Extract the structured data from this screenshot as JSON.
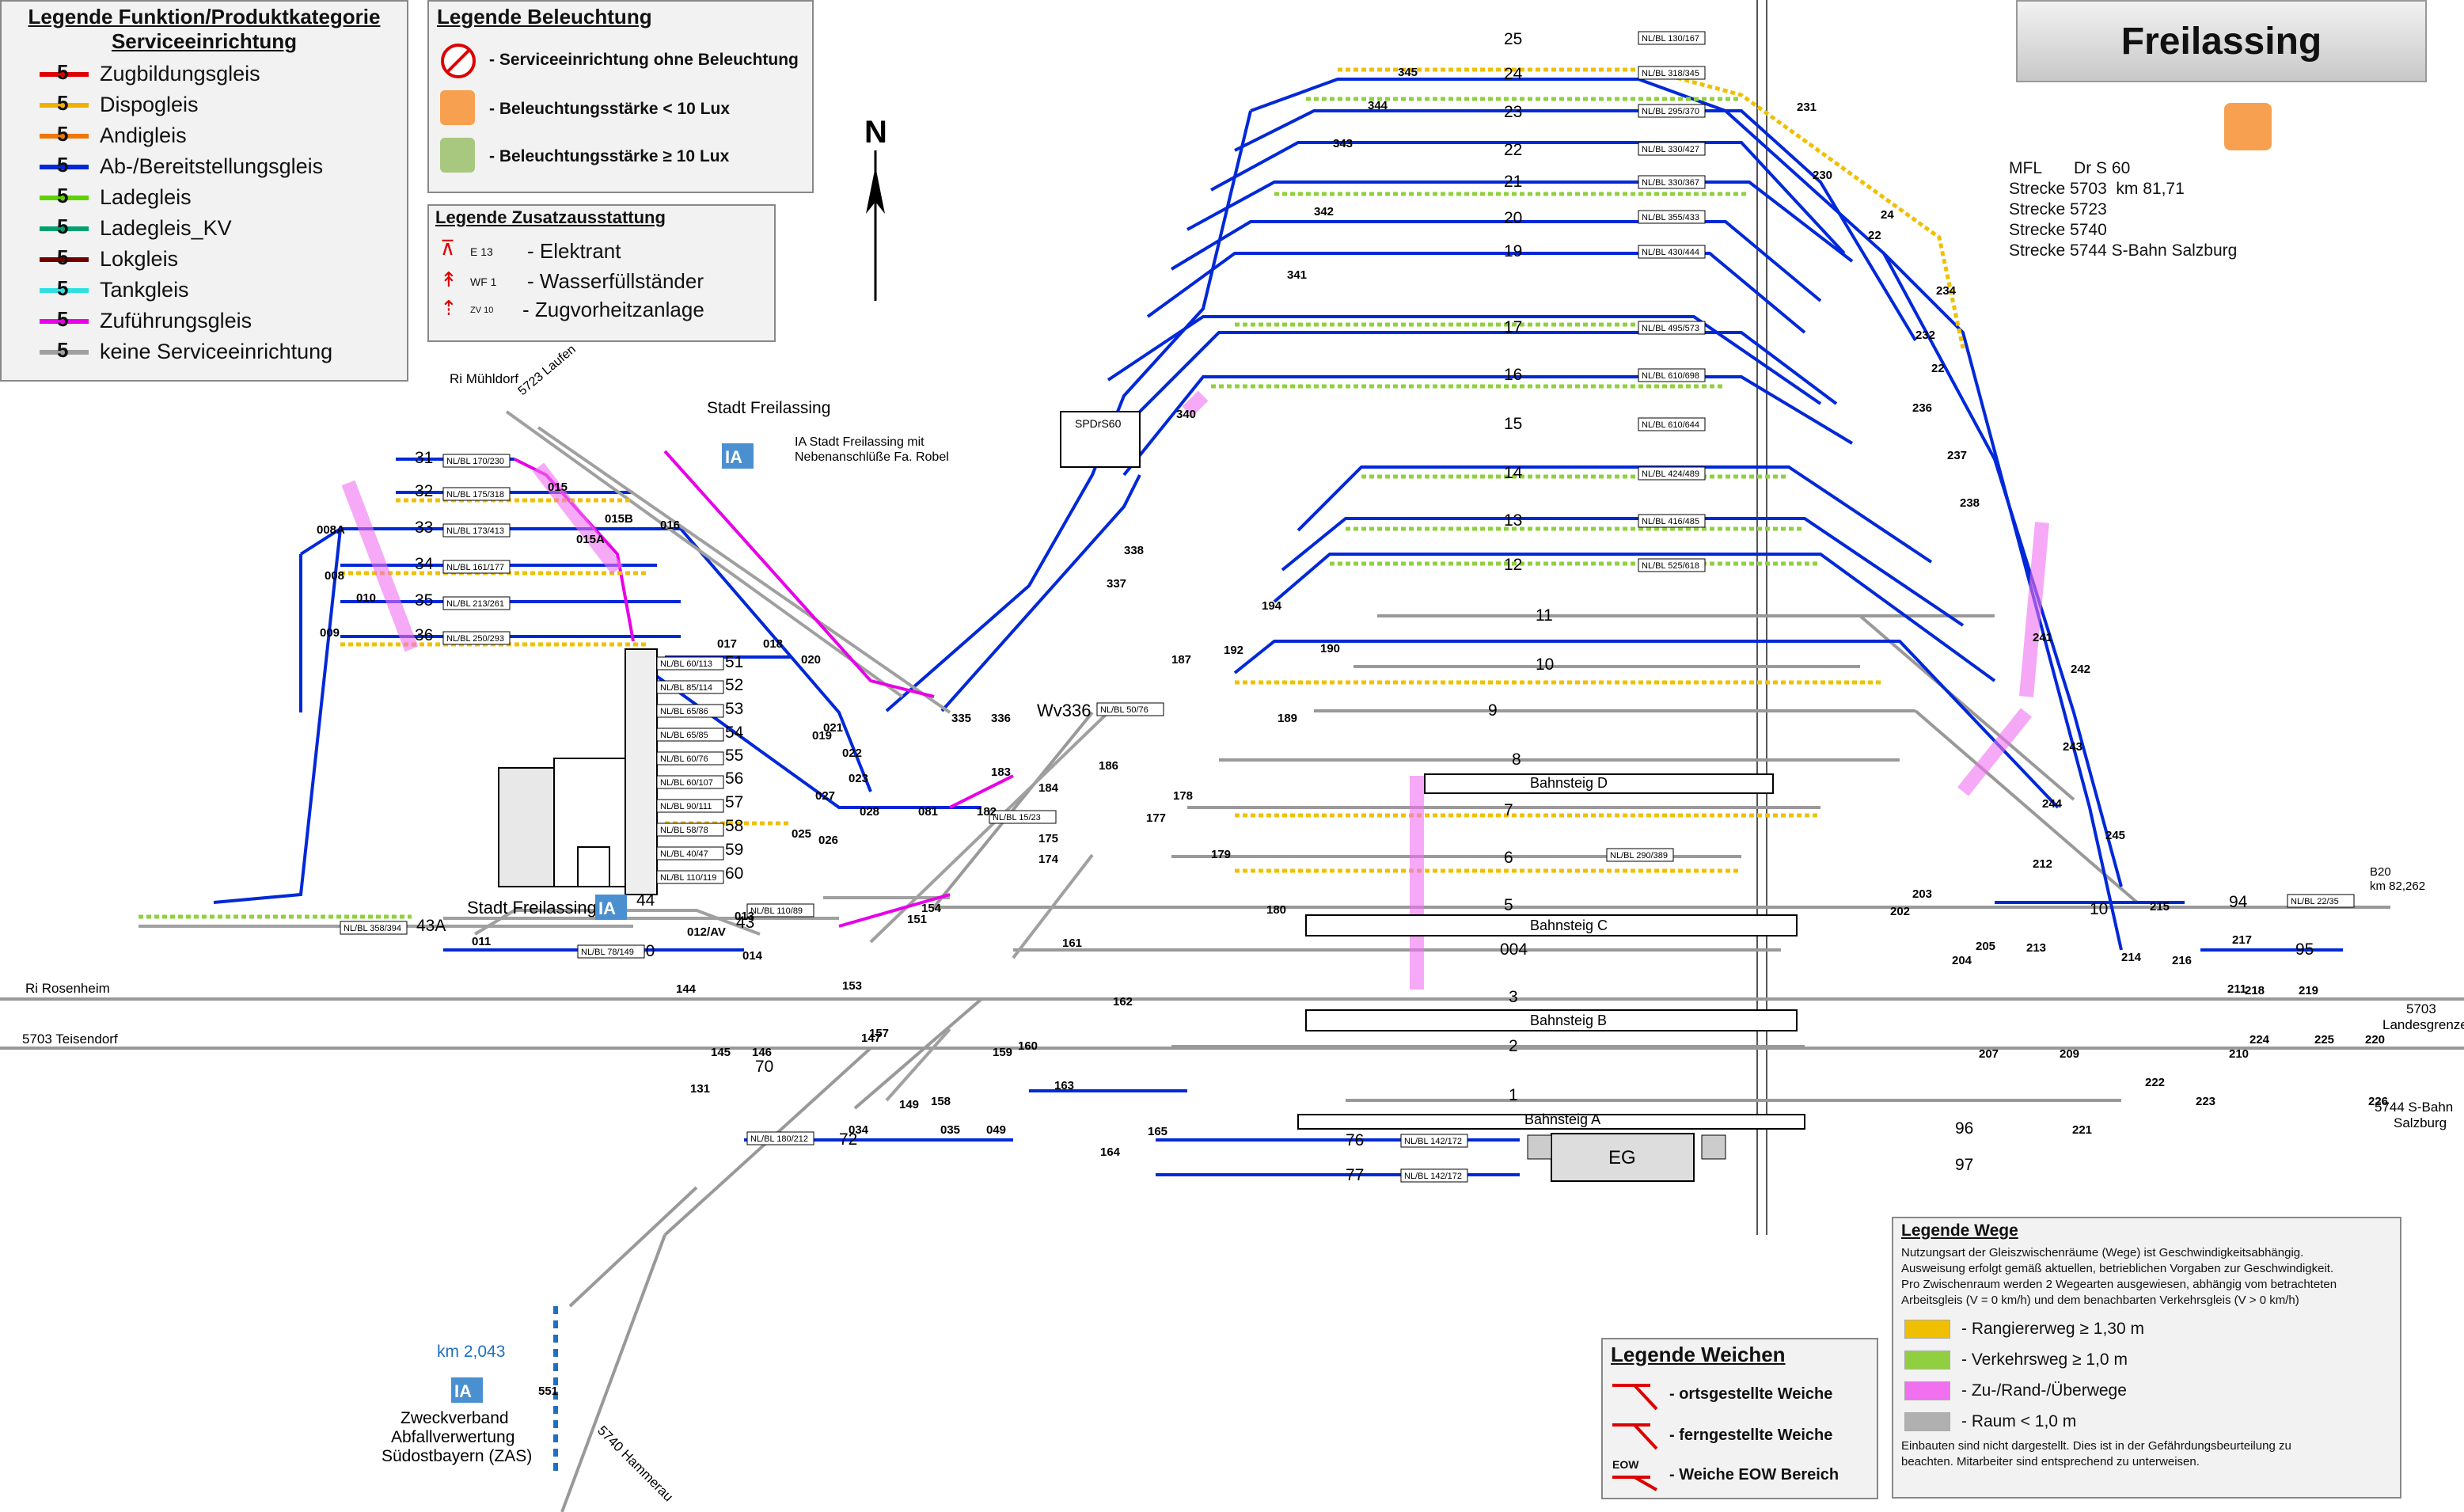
{
  "title": "Freilassing",
  "legend_function": {
    "title_line1": "Legende Funktion/Produktkategorie",
    "title_line2": "Serviceeinrichtung",
    "items": [
      {
        "label": "Zugbildungsgleis",
        "color": "#e00000"
      },
      {
        "label": "Dispogleis",
        "color": "#f0b000"
      },
      {
        "label": "Andigleis",
        "color": "#f07800"
      },
      {
        "label": "Ab-/Bereitstellungsgleis",
        "color": "#0028d8"
      },
      {
        "label": "Ladegleis",
        "color": "#60d000"
      },
      {
        "label": "Ladegleis_KV",
        "color": "#00a070"
      },
      {
        "label": "Lokgleis",
        "color": "#700000"
      },
      {
        "label": "Tankgleis",
        "color": "#30e0e0"
      },
      {
        "label": "Zuführungsgleis",
        "color": "#e800e8"
      },
      {
        "label": "keine Serviceeinrichtung",
        "color": "#a0a0a0"
      }
    ],
    "sample_number": "5"
  },
  "legend_light": {
    "title": "Legende Beleuchtung",
    "items": [
      "- Serviceeinrichtung ohne Beleuchtung",
      "- Beleuchtungsstärke < 10 Lux",
      "- Beleuchtungsstärke ≥ 10 Lux"
    ]
  },
  "legend_extra": {
    "title": "Legende Zusatzausstattung",
    "items": [
      {
        "code": "E 13",
        "label": "- Elektrant"
      },
      {
        "code": "WF 1",
        "label": "- Wasserfüllständer"
      },
      {
        "code": "ZV 10",
        "label": "- Zugvorheitzanlage"
      }
    ]
  },
  "info": {
    "lines": [
      "MFL       Dr S 60",
      "Strecke 5703  km 81,71",
      "Strecke 5723",
      "Strecke 5740",
      "Strecke 5744 S-Bahn Salzburg"
    ]
  },
  "legend_weichen": {
    "title": "Legende Weichen",
    "items": [
      "- ortsgestellte Weiche",
      "- ferngestellte Weiche",
      "- Weiche EOW Bereich"
    ],
    "eow": "EOW"
  },
  "legend_wege": {
    "title": "Legende Wege",
    "intro": [
      "Nutzungsart der Gleiszwischenräume (Wege) ist Geschwindigkeitsabhängig.",
      "Ausweisung erfolgt gemäß aktuellen, betrieblichen Vorgaben zur Geschwindigkeit.",
      "Pro Zwischenraum werden 2 Wegearten ausgewiesen, abhängig vom betrachteten",
      "Arbeitsgleis (V = 0 km/h) und dem benachbarten Verkehrsgleis (V > 0 km/h)"
    ],
    "items": [
      {
        "label": "- Rangiererweg ≥ 1,30 m",
        "color": "#f0c000"
      },
      {
        "label": "- Verkehrsweg ≥ 1,0 m",
        "color": "#90d040"
      },
      {
        "label": "- Zu-/Rand-/Überwege",
        "color": "#f070f0"
      },
      {
        "label": "- Raum < 1,0 m",
        "color": "#b0b0b0"
      }
    ],
    "footer": [
      "Einbauten sind nicht dargestellt. Dies ist in der Gefährdungsbeurteilung zu",
      "beachten. Mitarbeiter sind entsprechend zu unterweisen."
    ]
  },
  "map_labels": {
    "north": "N",
    "stadt": "Stadt Freilassing",
    "ia_robel": "IA Stadt Freilassing mit",
    "ia_robel2": "Nebenanschlüße Fa. Robel",
    "ia": "IA",
    "stadt_small": "Stadt Freilassing",
    "ri_muehldorf": "Ri Mühldorf",
    "laufen": "5723  Laufen",
    "ri_rosenheim": "Ri Rosenheim",
    "teisendorf": "5703  Teisendorf",
    "hammerau": "5740  Hammerau",
    "landesgrenze": "5703",
    "landesgrenze2": "Landesgrenze",
    "sbahn": "5744  S-Bahn",
    "salzburg": "Salzburg",
    "b20": "B20",
    "b20km": "km 82,262",
    "km2043": "km 2,043",
    "zas1": "Zweckverband",
    "zas2": "Abfallverwertung",
    "zas3": "Südostbayern (ZAS)",
    "spdr": "SPDrS60",
    "eg": "EG",
    "bahnsteig_a": "Bahnsteig A",
    "bahnsteig_b": "Bahnsteig B",
    "bahnsteig_c": "Bahnsteig C",
    "bahnsteig_d": "Bahnsteig D",
    "wv336": "Wv336"
  },
  "track_numbers": [
    "25",
    "24",
    "23",
    "22",
    "21",
    "20",
    "19",
    "17",
    "16",
    "15",
    "14",
    "13",
    "12",
    "11",
    "10",
    "9",
    "8",
    "7",
    "6",
    "5",
    "004",
    "3",
    "2",
    "1",
    "76",
    "77",
    "96",
    "97",
    "31",
    "32",
    "33",
    "34",
    "35",
    "36",
    "51",
    "52",
    "53",
    "54",
    "55",
    "56",
    "57",
    "58",
    "59",
    "60",
    "44",
    "43",
    "50",
    "43A",
    "70",
    "72",
    "94",
    "95",
    "10"
  ],
  "track_labels": [
    "NL/BL 130/167",
    "NL/BL 318/345",
    "NL/BL 295/370",
    "NL/BL 330/427",
    "NL/BL 330/367",
    "NL/BL 355/433",
    "NL/BL 430/444",
    "NL/BL 495/573",
    "NL/BL 610/698",
    "NL/BL 610/644",
    "NL/BL 424/489",
    "NL/BL 416/485",
    "NL/BL 525/618",
    "NL/BL 170/230",
    "NL/BL 175/318",
    "NL/BL 173/413",
    "NL/BL 161/177",
    "NL/BL 213/261",
    "NL/BL 250/293",
    "NL/BL 60/113",
    "NL/BL 85/114",
    "NL/BL 65/86",
    "NL/BL 65/85",
    "NL/BL 60/76",
    "NL/BL 60/107",
    "NL/BL 90/111",
    "NL/BL 58/78",
    "NL/BL 40/47",
    "NL/BL 110/119",
    "NL/BL 358/394",
    "NL/BL 78/149",
    "NL/BL 110/89",
    "NL/BL 15/23",
    "NL/BL 50/76",
    "NL/BL 290/389",
    "NL/BL 180/212",
    "NL/BL 142/172",
    "NL/BL 142/172",
    "NL/BL 22/35"
  ],
  "switch_numbers": [
    "345",
    "344",
    "343",
    "342",
    "341",
    "340",
    "338",
    "337",
    "336",
    "335",
    "231",
    "230",
    "24",
    "22",
    "234",
    "232",
    "236",
    "237",
    "238",
    "22",
    "241",
    "242",
    "243",
    "244",
    "245",
    "215",
    "214",
    "216",
    "217",
    "218",
    "219",
    "220",
    "223",
    "224",
    "225",
    "226",
    "222",
    "221",
    "212",
    "213",
    "205",
    "204",
    "203",
    "202",
    "211",
    "210",
    "209",
    "207",
    "192",
    "194",
    "190",
    "189",
    "187",
    "186",
    "184",
    "183",
    "182",
    "081",
    "180",
    "179",
    "178",
    "177",
    "175",
    "174",
    "163",
    "164",
    "165",
    "162",
    "161",
    "160",
    "159",
    "158",
    "157",
    "153",
    "154",
    "151",
    "149",
    "147",
    "146",
    "145",
    "144",
    "131",
    "034",
    "035",
    "049",
    "015",
    "015A",
    "015B",
    "016",
    "017",
    "018",
    "020",
    "021",
    "022",
    "023",
    "019",
    "026",
    "025",
    "027",
    "028",
    "010",
    "008",
    "008A",
    "009",
    "011",
    "012/AV",
    "013",
    "014",
    "551"
  ]
}
